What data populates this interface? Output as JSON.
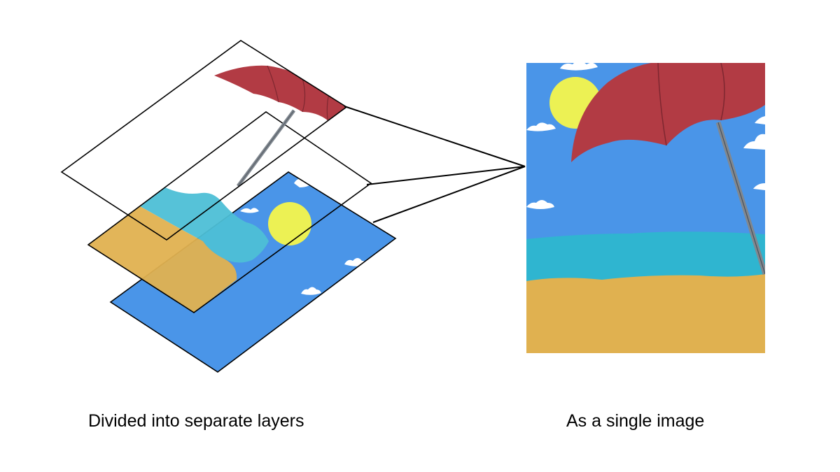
{
  "captions": {
    "layers": "Divided into separate layers",
    "single": "As a single image"
  },
  "colors": {
    "sky": "#4a95e8",
    "sea": "#2fb5d0",
    "sea_layer": "#4dbfd6",
    "sand": "#e0b150",
    "sun": "#ecf154",
    "umbrella": "#b23b44",
    "pole": "#808890",
    "cloud": "#ffffff",
    "outline": "#000000"
  },
  "layers": [
    {
      "name": "umbrella-layer",
      "content": [
        "umbrella",
        "pole"
      ]
    },
    {
      "name": "beach-layer",
      "content": [
        "sand",
        "sea"
      ]
    },
    {
      "name": "sky-layer",
      "content": [
        "sky",
        "sun",
        "clouds"
      ]
    }
  ]
}
